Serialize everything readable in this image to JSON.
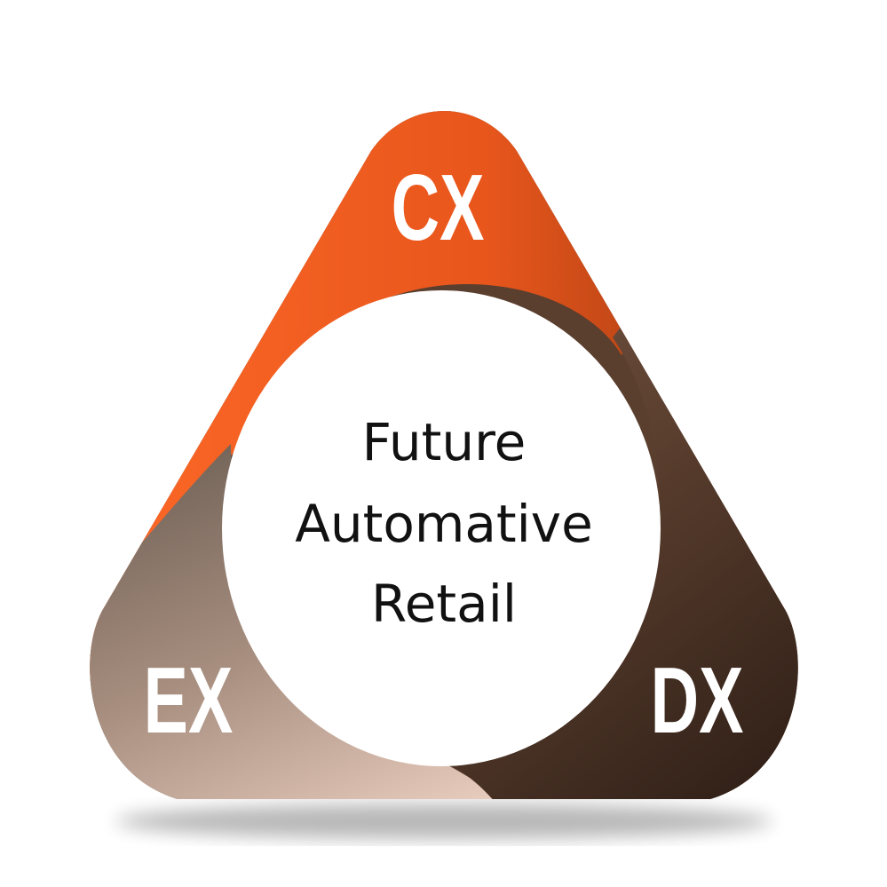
{
  "diagram": {
    "center": {
      "lines": [
        "Future",
        "Automative",
        "Retail"
      ]
    },
    "segments": {
      "top": {
        "label": "CX"
      },
      "left": {
        "label": "EX"
      },
      "right": {
        "label": "DX"
      }
    },
    "colors": {
      "cx_light": "#ff6a28",
      "cx_dark": "#8c3410",
      "ex_dark": "#77675b",
      "ex_light": "#e6c8ba",
      "dx_light": "#7a5a48",
      "dx_dark": "#2e1e16",
      "center_fill": "#ffffff",
      "center_text": "#111111"
    }
  }
}
